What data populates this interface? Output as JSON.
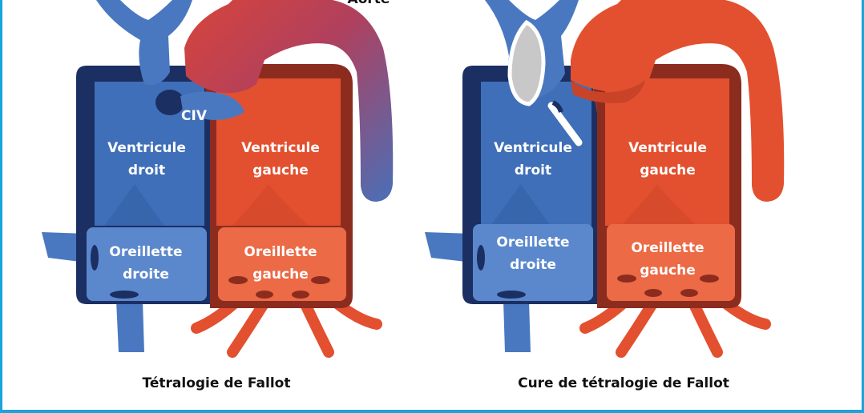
{
  "colors": {
    "blue_dark": "#1b2f63",
    "blue": "#3f6fb8",
    "blue_light": "#5b88cc",
    "red_dark": "#8c2c1f",
    "red": "#e3502f",
    "red_light": "#ec6a45",
    "frame": "#1aa3dc",
    "patch": "#c8c8c8"
  },
  "left": {
    "aorte": "Aorte",
    "civ": "CIV",
    "rv": [
      "Ventricule",
      "droit"
    ],
    "lv": [
      "Ventricule",
      "gauche"
    ],
    "ra": [
      "Oreillette",
      "droite"
    ],
    "la": [
      "Oreillette",
      "gauche"
    ],
    "caption": "Tétralogie de Fallot"
  },
  "right": {
    "rv": [
      "Ventricule",
      "droit"
    ],
    "lv": [
      "Ventricule",
      "gauche"
    ],
    "ra": [
      "Oreillette",
      "droite"
    ],
    "la": [
      "Oreillette",
      "gauche"
    ],
    "caption": "Cure de tétralogie de Fallot"
  }
}
